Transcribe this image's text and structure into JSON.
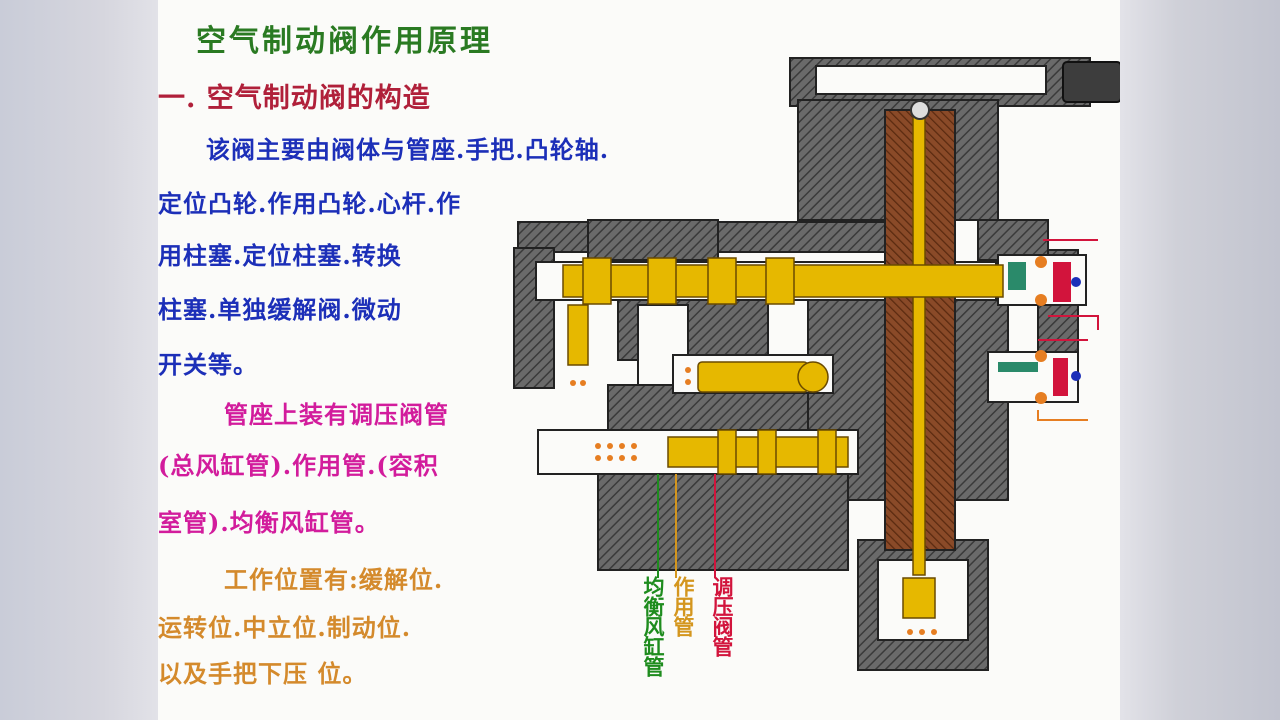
{
  "slide": {
    "title": "空气制动阀作用原理",
    "section_heading": "一. 空气制动阀的构造",
    "para1": [
      "该阀主要由阀体与管座.手把.凸轮轴.",
      "定位凸轮.作用凸轮.心杆.作",
      "用柱塞.定位柱塞.转换",
      "柱塞.单独缓解阀.微动",
      "开关等。"
    ],
    "para2": [
      "管座上装有调压阀管",
      "(总风缸管).作用管.(容积",
      "室管).均衡风缸管。"
    ],
    "para3": [
      "工作位置有:缓解位.",
      "运转位.中立位.制动位.",
      "以及手把下压 位。"
    ]
  },
  "diagram": {
    "labels": {
      "equalizing_pipe": "均衡风缸管",
      "action_pipe": "作用管",
      "regulator_pipe": "调压阀管"
    },
    "colors": {
      "body_hatch": "#5a5a5a",
      "gold_part": "#e6b800",
      "equalizing": "#1e8c1e",
      "action": "#d4961e",
      "regulator": "#d2143c"
    }
  }
}
